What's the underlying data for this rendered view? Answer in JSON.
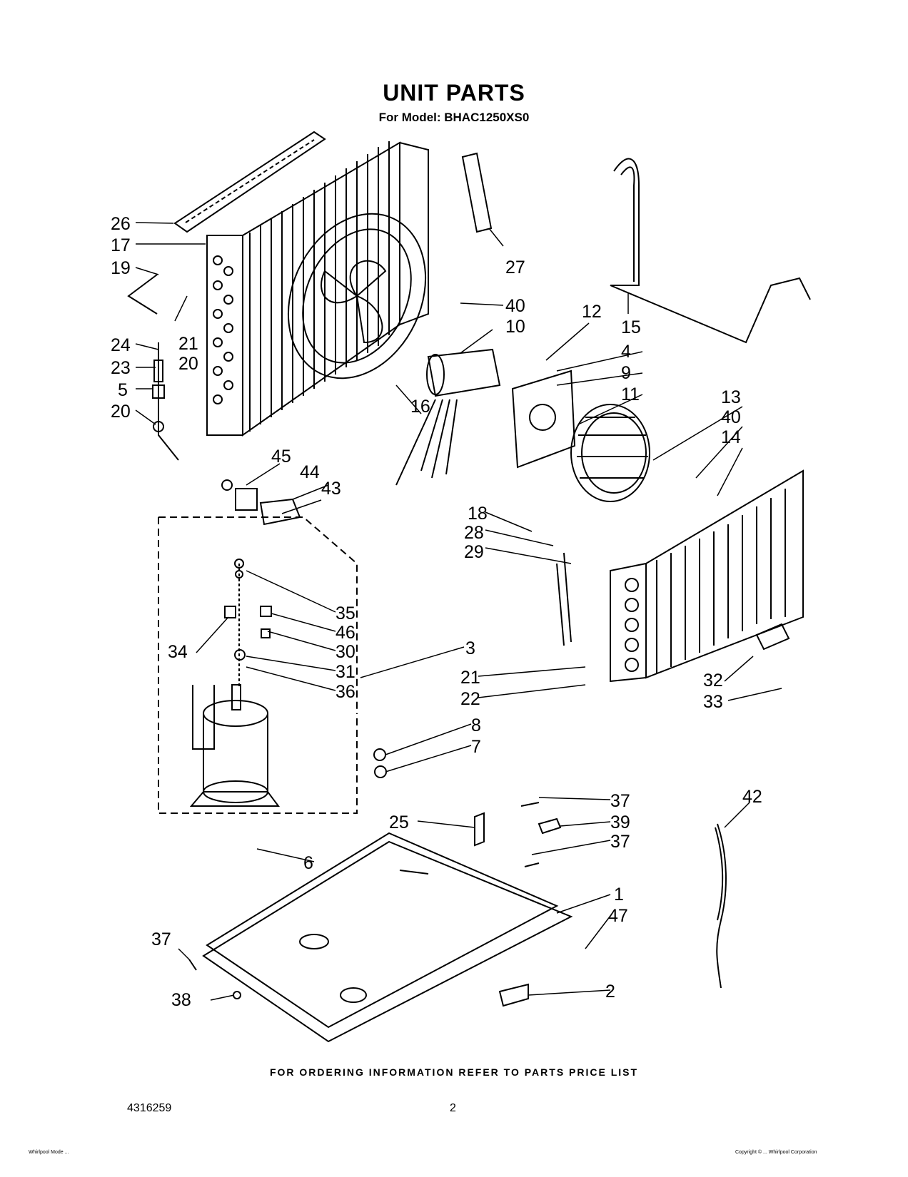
{
  "header": {
    "title": "UNIT PARTS",
    "subtitle": "For Model: BHAC1250XS0"
  },
  "callouts": [
    "26",
    "17",
    "19",
    "24",
    "23",
    "5",
    "20",
    "21",
    "20",
    "27",
    "40",
    "10",
    "12",
    "15",
    "4",
    "9",
    "11",
    "16",
    "13",
    "40",
    "14",
    "45",
    "44",
    "43",
    "18",
    "28",
    "29",
    "35",
    "46",
    "34",
    "30",
    "31",
    "36",
    "3",
    "21",
    "22",
    "32",
    "33",
    "8",
    "7",
    "37",
    "25",
    "39",
    "37",
    "6",
    "42",
    "1",
    "47",
    "37",
    "2",
    "38"
  ],
  "footer": {
    "ordering_note": "FOR ORDERING INFORMATION REFER TO PARTS PRICE LIST",
    "doc_number": "4316259",
    "page_number": "2",
    "small_left": "Whirlpool Mode ...",
    "small_right": "Copyright © ... Whirlpool Corporation"
  }
}
